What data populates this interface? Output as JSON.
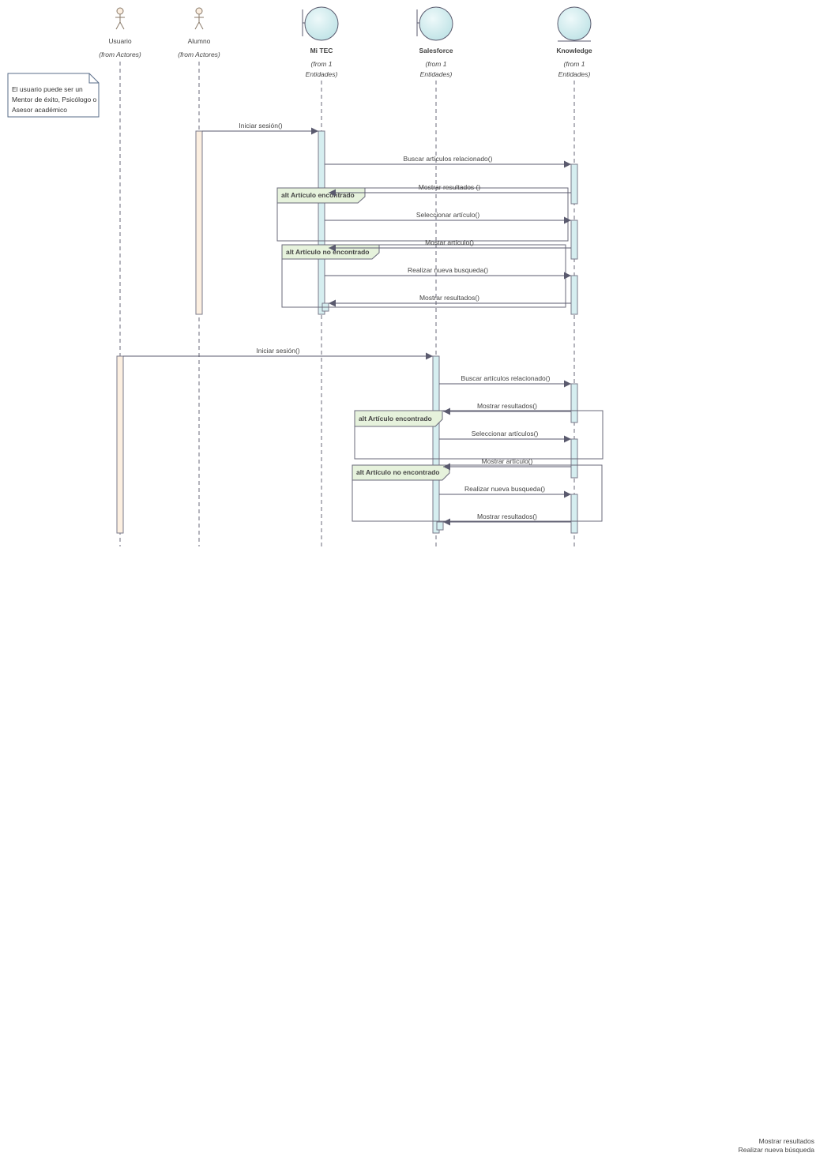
{
  "lifelines": [
    {
      "name": "Usuario",
      "origin": "(from Actores)",
      "kind": "actor"
    },
    {
      "name": "Alumno",
      "origin": "(from Actores)",
      "kind": "actor"
    },
    {
      "name": "Mi TEC",
      "origin_line1": "(from 1",
      "origin_line2": "Entidades)",
      "kind": "boundary"
    },
    {
      "name": "Salesforce",
      "origin_line1": "(from 1",
      "origin_line2": "Entidades)",
      "kind": "boundary"
    },
    {
      "name": "Knowledge",
      "origin_line1": "(from 1",
      "origin_line2": "Entidades)",
      "kind": "entity"
    }
  ],
  "note": {
    "text": "El usuario puede ser un Mentor de éxito, Psicólogo o Asesor académico"
  },
  "messages_mitec": [
    "Iniciar sesión()",
    "Buscar artículos relacionado()",
    "Mostrar resultados ()",
    "Seleccionar artículo()",
    "Mostar artículo()",
    "Realizar nueva busqueda()",
    "Mostrar resultados()"
  ],
  "messages_salesforce": [
    "Iniciar sesión()",
    "Buscar artículos relacionado()",
    "Mostrar resultados()",
    "Seleccionar artículos()",
    "Mostrar artículo()",
    "Realizar nueva busqueda()",
    "Mostrar resultados()"
  ],
  "fragments": {
    "found": "alt Artículo encontrado",
    "not_found": "alt Artículo no encontrado"
  },
  "footer": {
    "line1": "Mostrar resultados",
    "line2": "Realizar nueva búsqueda"
  },
  "colors": {
    "line": "#5a5a6e",
    "actor_activation": "#fcefe0",
    "system_activation": "#d6eef0",
    "circle_fill": "#d4eef0",
    "fragment_tab": "#e6f2dc"
  }
}
